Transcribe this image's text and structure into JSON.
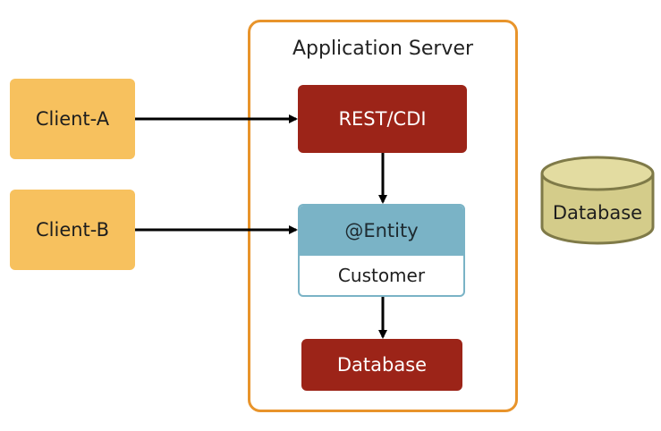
{
  "server": {
    "title": "Application Server"
  },
  "clients": {
    "a": "Client-A",
    "b": "Client-B"
  },
  "rest": {
    "label": "REST/CDI"
  },
  "entity": {
    "annotation": "@Entity",
    "name": "Customer"
  },
  "inner_db": {
    "label": "Database"
  },
  "external_db": {
    "label": "Database"
  },
  "colors": {
    "server_border": "#e8942b",
    "client_fill": "#f7c15e",
    "component_red": "#9c2418",
    "entity_blue": "#7ab3c6",
    "cylinder_fill": "#d4cc8a",
    "cylinder_stroke": "#7f7a48"
  }
}
